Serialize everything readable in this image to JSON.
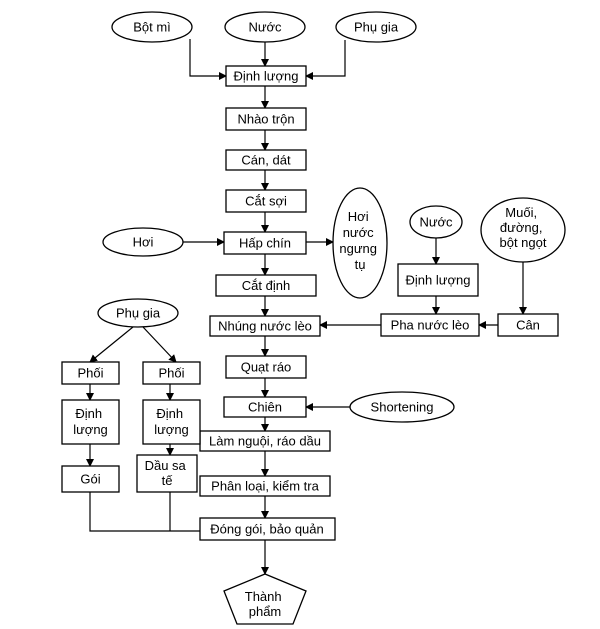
{
  "inputs": {
    "bot_mi": "Bột mì",
    "nuoc": "Nước",
    "phu_gia": "Phụ gia"
  },
  "steps": {
    "dinh_luong": "Định lượng",
    "nhao_tron": "Nhào trộn",
    "can_dat": "Cán, dát",
    "cat_soi": "Cắt sợi",
    "hap_chin": "Hấp chín",
    "cat_dinh": "Cắt định",
    "nhung_nuoc_leo": "Nhúng nước lèo",
    "quat_rao": "Quạt ráo",
    "chien": "Chiên",
    "lam_nguoi": "Làm nguội, ráo dầu",
    "phan_loai": "Phân loại, kiểm tra",
    "dong_goi": "Đóng gói, bảo quản",
    "thanh_pham": [
      "Thành",
      "phẩm"
    ]
  },
  "steam": {
    "hoi_in": "Hơi",
    "hoi_out": [
      "Hơi",
      "nước",
      "ngưng",
      "tụ"
    ]
  },
  "broth": {
    "nuoc": "Nước",
    "dinh_luong": "Định lượng",
    "muoi": [
      "Muối,",
      "đường,",
      "bột ngọt"
    ],
    "can": "Cân",
    "pha_nuoc_leo": "Pha nước lèo"
  },
  "frying": {
    "shortening": "Shortening"
  },
  "seasoning": {
    "phu_gia": "Phụ gia",
    "phoi_left": "Phối",
    "phoi_right": "Phối",
    "dinh_luong_left": [
      "Định",
      "lượng"
    ],
    "dinh_luong_right": [
      "Định",
      "lượng"
    ],
    "goi": "Gói",
    "dau_sa_te": [
      "Dầu sa",
      "tế"
    ]
  }
}
